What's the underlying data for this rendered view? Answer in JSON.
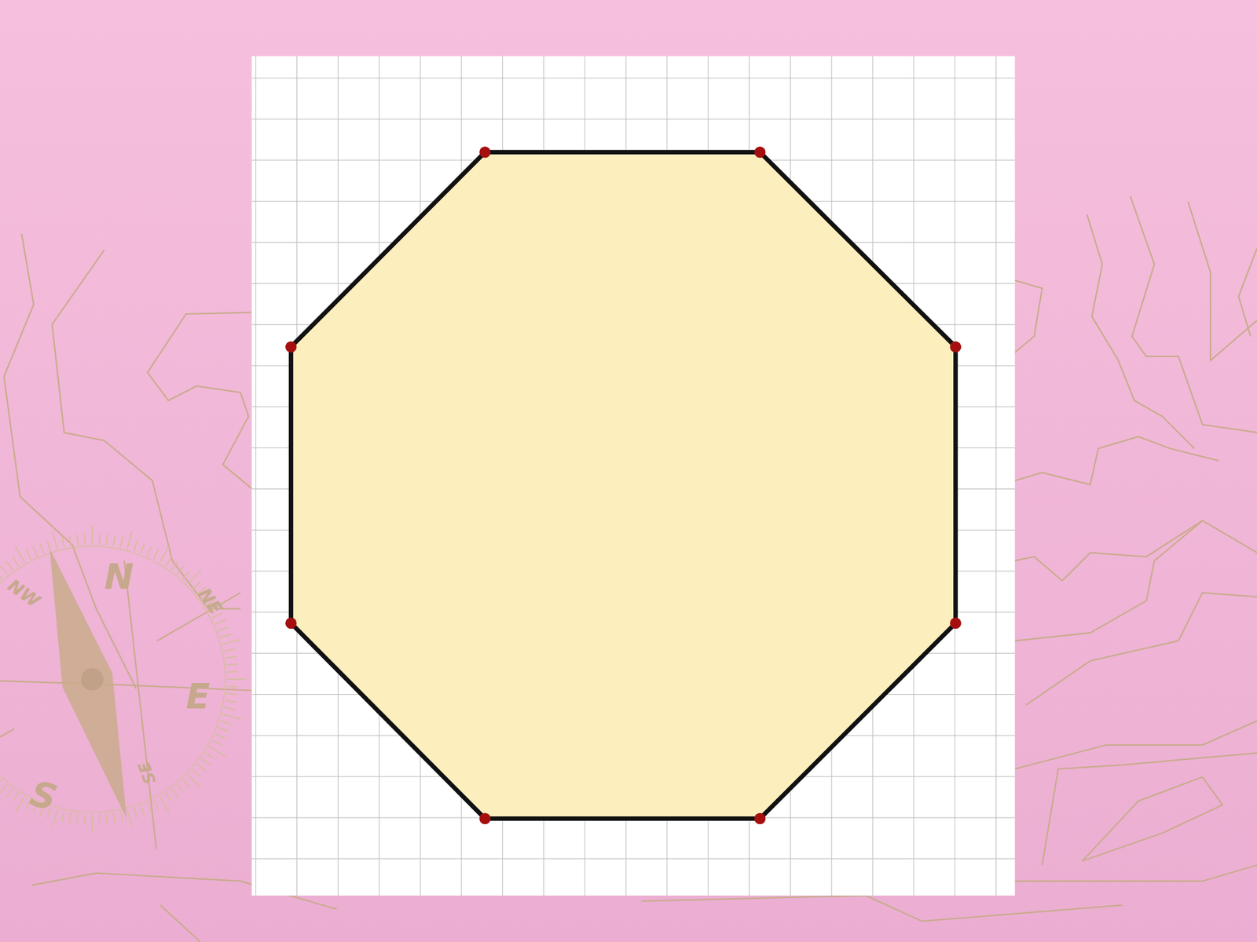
{
  "diagram": {
    "labels": [
      "NW",
      "N",
      "NE",
      "E",
      "S",
      "SE"
    ]
  }
}
